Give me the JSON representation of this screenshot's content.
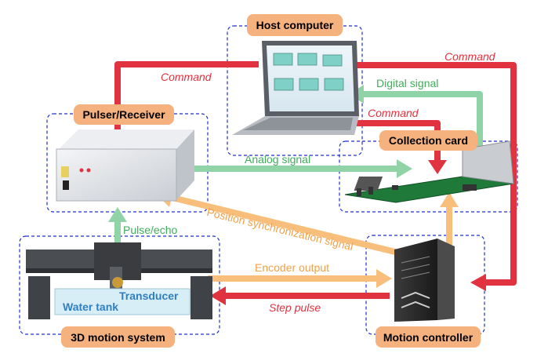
{
  "nodes": {
    "host_computer": "Host computer",
    "pulser_receiver": "Pulser/Receiver",
    "collection_card": "Collection card",
    "motion_system": "3D motion system",
    "motion_controller": "Motion controller"
  },
  "signals": {
    "command_top_right": "Command",
    "command_left": "Command",
    "command_card": "Command",
    "digital_signal": "Digital signal",
    "analog_signal": "Analog signal",
    "position_sync": "Position synchronization signal",
    "pulse_echo": "Pulse/echo",
    "encoder_output": "Encoder output",
    "step_pulse": "Step pulse"
  },
  "parts": {
    "transducer": "Transducer",
    "water_tank": "Water tank"
  },
  "colors": {
    "command": "#e0323f",
    "data": "#8fd3a6",
    "sync": "#f8bf7c",
    "group_border": "#1f2fd0",
    "tag_fill": "#f5b27e"
  }
}
